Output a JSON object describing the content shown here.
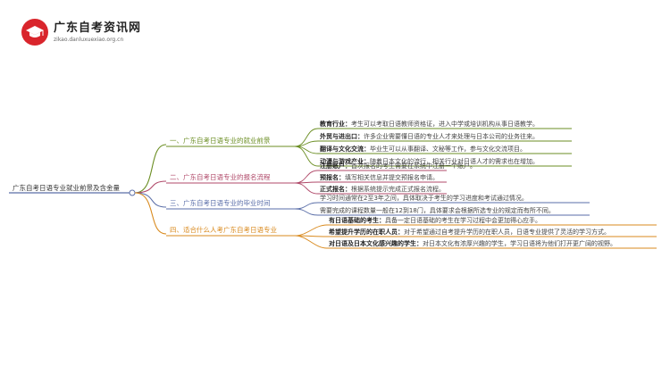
{
  "header": {
    "site_name": "广东自考资讯网",
    "site_url": "zikao.danluxuexiao.org.cn",
    "brand_color": "#d9252c"
  },
  "mindmap": {
    "root": "广东自考日语专业就业前景及含金量",
    "branches": [
      {
        "label": "一、广东自考日语专业的就业前景",
        "color": "#6b8e23",
        "items": [
          {
            "title": "教育行业",
            "text": "考生可以考取日语教师资格证，进入中学或培训机构从事日语教学。"
          },
          {
            "title": "外贸与进出口",
            "text": "许多企业需要懂日语的专业人才来处理与日本公司的业务往来。"
          },
          {
            "title": "翻译与文化交流",
            "text": "毕业生可以从事翻译、文秘等工作，参与文化交流项目。"
          },
          {
            "title": "动漫与游戏产业",
            "text": "随着日本文化的流行，相关行业对日语人才的需求也在增加。"
          }
        ]
      },
      {
        "label": "二、广东自考日语专业的报名流程",
        "color": "#b04a6a",
        "items": [
          {
            "title": "注册账户",
            "text": "首次报名的考生需要在系统中注册一个账户。"
          },
          {
            "title": "预报名",
            "text": "填写相关信息并提交预报名申请。"
          },
          {
            "title": "正式报名",
            "text": "根据系统提示完成正式报名流程。"
          }
        ]
      },
      {
        "label": "三、广东自考日语专业的毕业时间",
        "color": "#5a6ea8",
        "items": [
          {
            "title": "",
            "text": "学习时间通常在2至3年之间，具体取决于考生的学习进度和考试通过情况。"
          },
          {
            "title": "",
            "text": "需要完成的课程数量一般在12到18门，具体要求会根据所选专业的规定而有所不同。"
          }
        ]
      },
      {
        "label": "四、适合什么人考广东自考日语专业",
        "color": "#d98a1e",
        "items": [
          {
            "title": "有日语基础的考生",
            "text": "具备一定日语基础的考生在学习过程中会更加得心应手。"
          },
          {
            "title": "希望提升学历的在职人员",
            "text": "对于希望通过自考提升学历的在职人员，日语专业提供了灵活的学习方式。"
          },
          {
            "title": "对日语及日本文化感兴趣的学生",
            "text": "对日本文化有浓厚兴趣的学生，学习日语将为他们打开更广阔的视野。"
          }
        ]
      }
    ]
  }
}
